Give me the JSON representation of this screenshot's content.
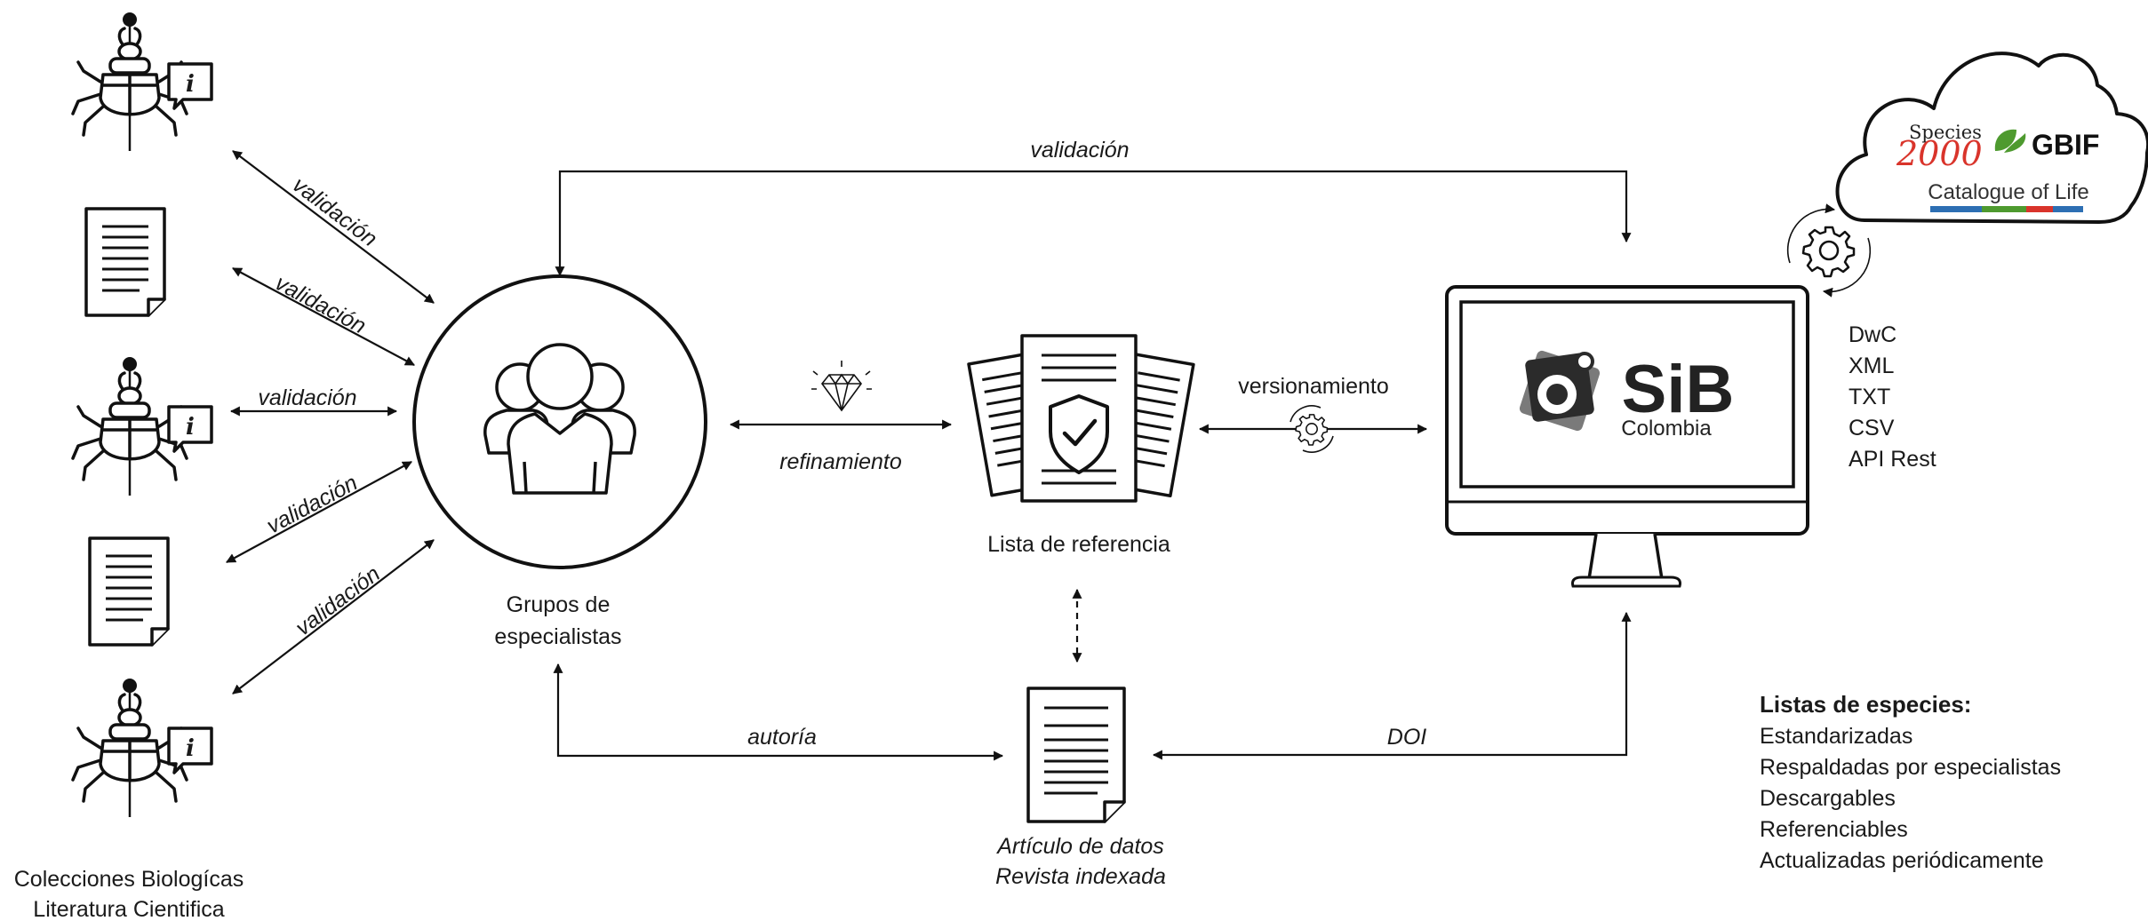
{
  "sources": {
    "caption_line1": "Colecciones Biologícas",
    "caption_line2": "Literatura Cientifica",
    "info_glyph": "i"
  },
  "arrows": {
    "validacion_1": "validación",
    "validacion_2": "validación",
    "validacion_3": "validación",
    "validacion_4": "validación",
    "validacion_5": "validación",
    "validacion_top": "validación",
    "refinamiento": "refinamiento",
    "versionamiento": "versionamiento",
    "autoria": "autoría",
    "doi": "DOI"
  },
  "specialists": {
    "label_line1": "Grupos de",
    "label_line2": "especialistas"
  },
  "reference_list": {
    "label": "Lista de referencia"
  },
  "data_article": {
    "label_line1": "Artículo de datos",
    "label_line2": "Revista indexada"
  },
  "sib": {
    "logo_text": "SiB",
    "logo_subtext": "Colombia"
  },
  "cloud": {
    "species_small": "Species",
    "species_big": "2000",
    "gbif": "GBIF",
    "col": "Catalogue of Life",
    "colors": {
      "species_red": "#d9342b",
      "gbif_green": "#4e9a2f",
      "col_blue": "#2d6fb3"
    }
  },
  "formats": [
    "DwC",
    "XML",
    "TXT",
    "CSV",
    "API Rest"
  ],
  "features": {
    "title": "Listas de especies:",
    "items": [
      "Estandarizadas",
      "Respaldadas por especialistas",
      "Descargables",
      "Referenciables",
      "Actualizadas periódicamente"
    ]
  }
}
